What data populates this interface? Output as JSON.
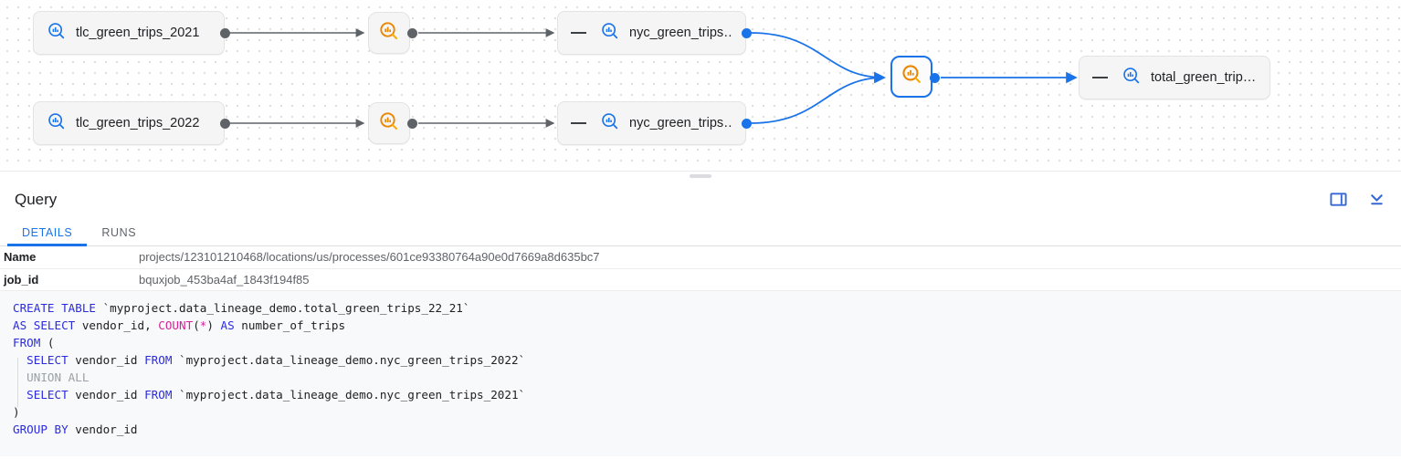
{
  "lineage": {
    "nodes": [
      {
        "id": "src-2021",
        "type": "table",
        "label": "tlc_green_trips_2021",
        "icon": "bigquery-table-icon",
        "collapsed": false,
        "selected": false
      },
      {
        "id": "src-2022",
        "type": "table",
        "label": "tlc_green_trips_2022",
        "icon": "bigquery-table-icon",
        "collapsed": false,
        "selected": false
      },
      {
        "id": "proc-1",
        "type": "process",
        "label": "",
        "icon": "bigquery-process-icon",
        "collapsed": false,
        "selected": false
      },
      {
        "id": "proc-2",
        "type": "process",
        "label": "",
        "icon": "bigquery-process-icon",
        "collapsed": false,
        "selected": false
      },
      {
        "id": "nyc-2021",
        "type": "table",
        "label": "nyc_green_trips…",
        "icon": "bigquery-table-icon",
        "collapsed": true,
        "selected": false
      },
      {
        "id": "nyc-2022",
        "type": "table",
        "label": "nyc_green_trips…",
        "icon": "bigquery-table-icon",
        "collapsed": true,
        "selected": false
      },
      {
        "id": "proc-3",
        "type": "process",
        "label": "",
        "icon": "bigquery-process-icon",
        "collapsed": false,
        "selected": true
      },
      {
        "id": "total",
        "type": "table",
        "label": "total_green_trip…",
        "icon": "bigquery-table-icon",
        "collapsed": true,
        "selected": false
      }
    ],
    "colors": {
      "table_icon": "#1a73e8",
      "process_icon": "#ea8600",
      "edge_default": "#5f6368",
      "edge_selected": "#1a73e8",
      "node_bg": "#f5f5f5",
      "selected_border": "#1a73e8"
    }
  },
  "panel": {
    "title": "Query",
    "actions": [
      {
        "name": "split-pane-icon",
        "tooltip": "Split pane"
      },
      {
        "name": "collapse-panel-icon",
        "tooltip": "Collapse"
      }
    ],
    "tabs": [
      {
        "id": "details",
        "label": "DETAILS",
        "active": true
      },
      {
        "id": "runs",
        "label": "RUNS",
        "active": false
      }
    ],
    "details": [
      {
        "key": "Name",
        "value": "projects/123101210468/locations/us/processes/601ce93380764a90e0d7669a8d635bc7"
      },
      {
        "key": "job_id",
        "value": "bquxjob_453ba4af_1843f194f85"
      }
    ],
    "sql": {
      "language": "sql",
      "lines": [
        "CREATE TABLE `myproject.data_lineage_demo.total_green_trips_22_21`",
        "AS SELECT vendor_id, COUNT(*) AS number_of_trips",
        "FROM (",
        "  SELECT vendor_id FROM `myproject.data_lineage_demo.nyc_green_trips_2022`",
        "  UNION ALL",
        "  SELECT vendor_id FROM `myproject.data_lineage_demo.nyc_green_trips_2021`",
        ")",
        "GROUP BY vendor_id"
      ]
    }
  }
}
